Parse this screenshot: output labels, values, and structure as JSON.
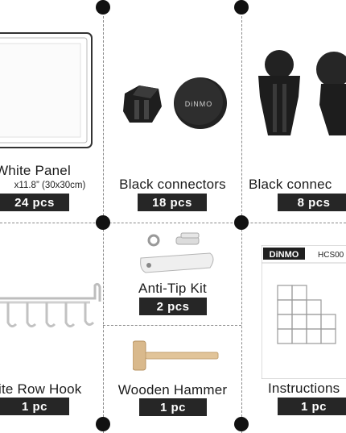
{
  "items": [
    {
      "name": "White  Panel",
      "size": "x11.8”",
      "size_metric": "(30x30cm)",
      "qty": "24 pcs"
    },
    {
      "name": "Black connectors",
      "qty": "18 pcs"
    },
    {
      "name": "Black connec",
      "qty": "8 pcs"
    },
    {
      "name": "ite Row Hook",
      "qty": "1 pc"
    },
    {
      "name": "Anti-Tip Kit",
      "qty": "2 pcs"
    },
    {
      "name": "Wooden Hammer",
      "qty": "1 pc"
    },
    {
      "name": "Instructions",
      "qty": "1 pc"
    }
  ],
  "brand": {
    "logo": "DiNMO",
    "model": "HCS00"
  }
}
